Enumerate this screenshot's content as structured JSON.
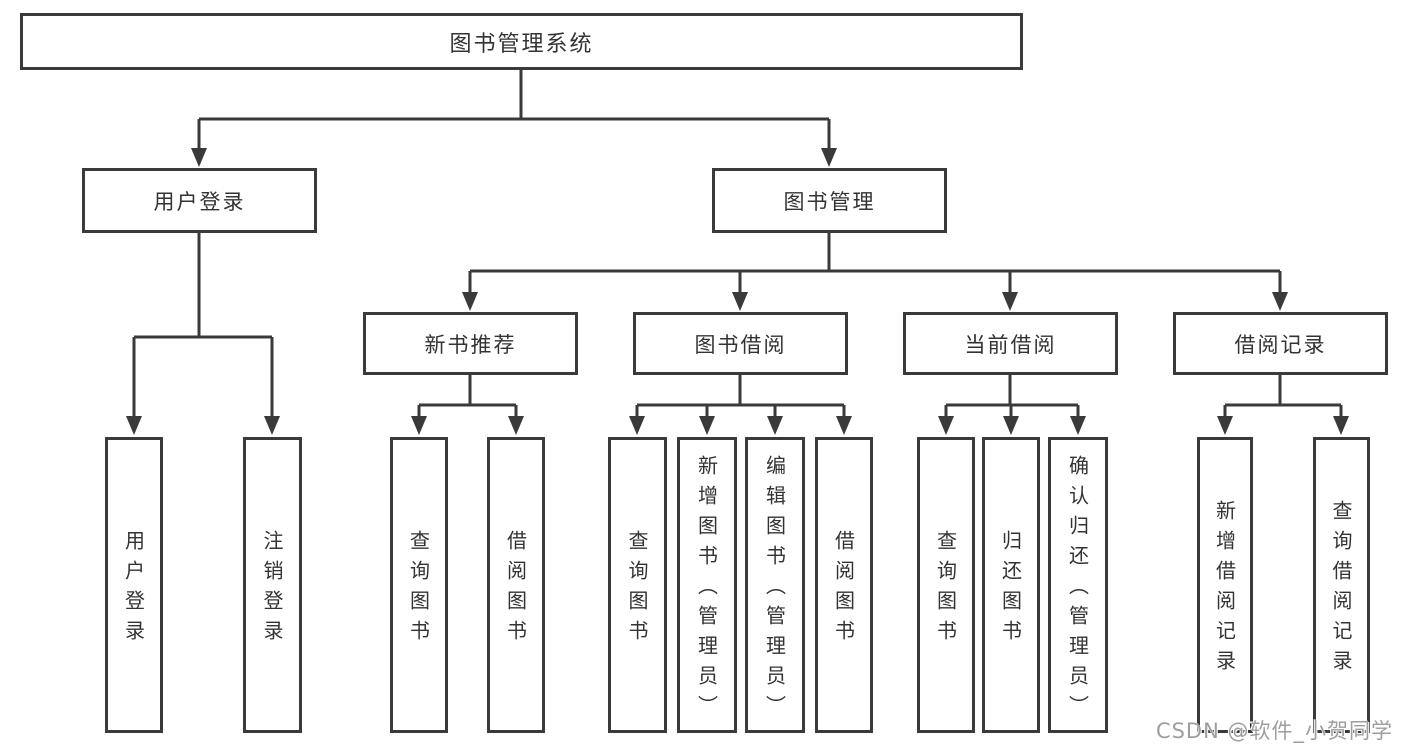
{
  "diagram_title": "图书管理系统",
  "colors": {
    "line": "#3a3a3a",
    "text": "#333333",
    "background": "#ffffff",
    "watermark": "#9e9e9e"
  },
  "nodes": {
    "root": {
      "label": "图书管理系统"
    },
    "level2": [
      {
        "label": "用户登录"
      },
      {
        "label": "图书管理"
      }
    ],
    "level3": [
      {
        "label": "新书推荐"
      },
      {
        "label": "图书借阅"
      },
      {
        "label": "当前借阅"
      },
      {
        "label": "借阅记录"
      }
    ],
    "leaves": {
      "user_login": [
        {
          "label": "用户登录"
        },
        {
          "label": "注销登录"
        }
      ],
      "new_book_rec": [
        {
          "label": "查询图书"
        },
        {
          "label": "借阅图书"
        }
      ],
      "book_borrow": [
        {
          "label": "查询图书"
        },
        {
          "label": "新增图书（管理员）"
        },
        {
          "label": "编辑图书（管理员）"
        },
        {
          "label": "借阅图书"
        }
      ],
      "current_borrow": [
        {
          "label": "查询图书"
        },
        {
          "label": "归还图书"
        },
        {
          "label": "确认归还（管理员）"
        }
      ],
      "borrow_records": [
        {
          "label": "新增借阅记录"
        },
        {
          "label": "查询借阅记录"
        }
      ]
    }
  },
  "watermark": {
    "text": "CSDN @软件_小贺同学"
  }
}
